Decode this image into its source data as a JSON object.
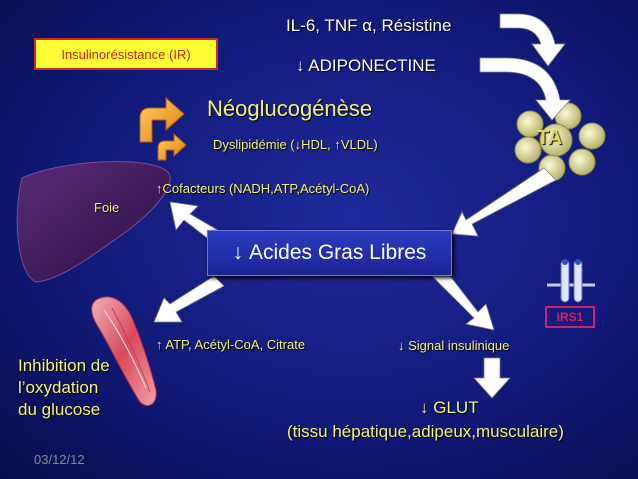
{
  "title_block": {
    "cytokines": "IL-6, TNF α, Résistine",
    "adiponectine": "ADIPONECTINE"
  },
  "ir_box": {
    "label": "Insulinorésistance (IR)"
  },
  "liver": {
    "neoglucogenese": "Néoglucogénèse",
    "dyslipidemie": "Dyslipidémie (↓HDL, ↑VLDL)",
    "cofacteurs": "Cofacteurs (NADH,ATP,Acétyl-CoA)",
    "foie": "Foie"
  },
  "tissue": {
    "ta_label": "TA"
  },
  "center": {
    "agl": "Acides Gras Libres"
  },
  "muscle": {
    "atp": "↑ ATP, Acétyl-CoA, Citrate",
    "inhibition_1": "Inhibition de",
    "inhibition_2": "l’oxydation",
    "inhibition_3": "du glucose"
  },
  "receptor": {
    "irs1": "IRS1",
    "signal": "Signal insulinique",
    "glut": "GLUT",
    "tissue": "(tissu hépatique,adipeux,musculaire)"
  },
  "footer": {
    "date": "03/12/12"
  },
  "colors": {
    "arrow_white": "#ffffff",
    "text_yellow": "#f6f17a",
    "ir_box_bg": "#ffff33",
    "ir_box_text": "#c81e1e",
    "irs1": "#d0206a",
    "adipocyte": "#e8e6b0",
    "liver": "#3a1a5a"
  },
  "icons": [
    "down-arrow-symbol",
    "curved-arrow-icon",
    "adipose-cluster-icon",
    "liver-icon",
    "muscle-icon",
    "insulin-receptor-icon"
  ]
}
